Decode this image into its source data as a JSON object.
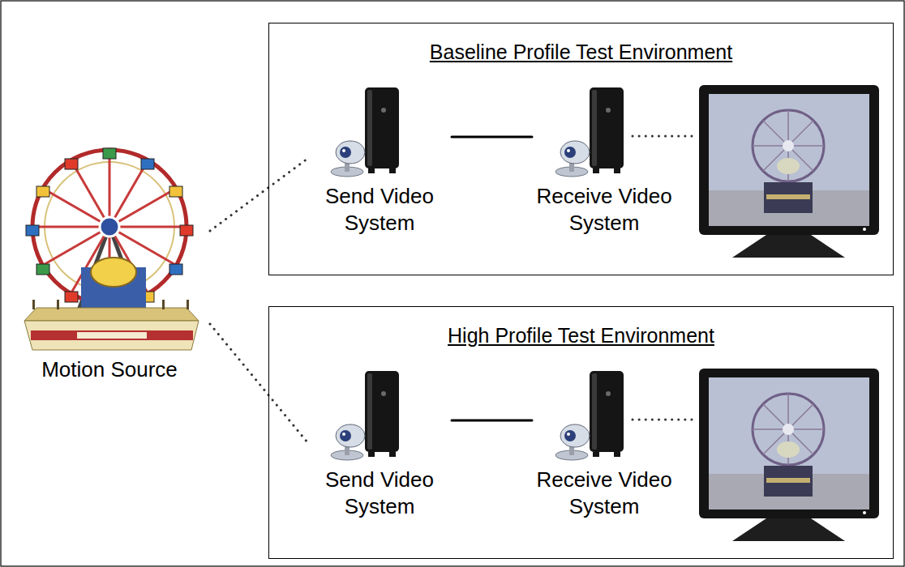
{
  "diagram": {
    "nodes": [
      {
        "text": [
          "Motion Source"
        ]
      },
      {
        "text": [
          "Baseline Profile Test Environment"
        ]
      },
      {
        "text": [
          "Send Video System"
        ],
        "in": 1
      },
      {
        "text": [
          "Receive Video System"
        ],
        "in": 1
      },
      {
        "text": [
          "High Profile Test Environment"
        ]
      },
      {
        "text": [
          "Send Video System"
        ],
        "in": 4
      },
      {
        "text": [
          "Receive Video System"
        ],
        "in": 4
      }
    ],
    "edges": [
      {
        "from": 2,
        "to": 3,
        "arrow": "none"
      },
      {
        "from": 5,
        "to": 6,
        "arrow": "none"
      },
      {
        "from": 0,
        "to": 2,
        "arrow": "none"
      },
      {
        "from": 0,
        "to": 5,
        "arrow": "none"
      }
    ]
  }
}
